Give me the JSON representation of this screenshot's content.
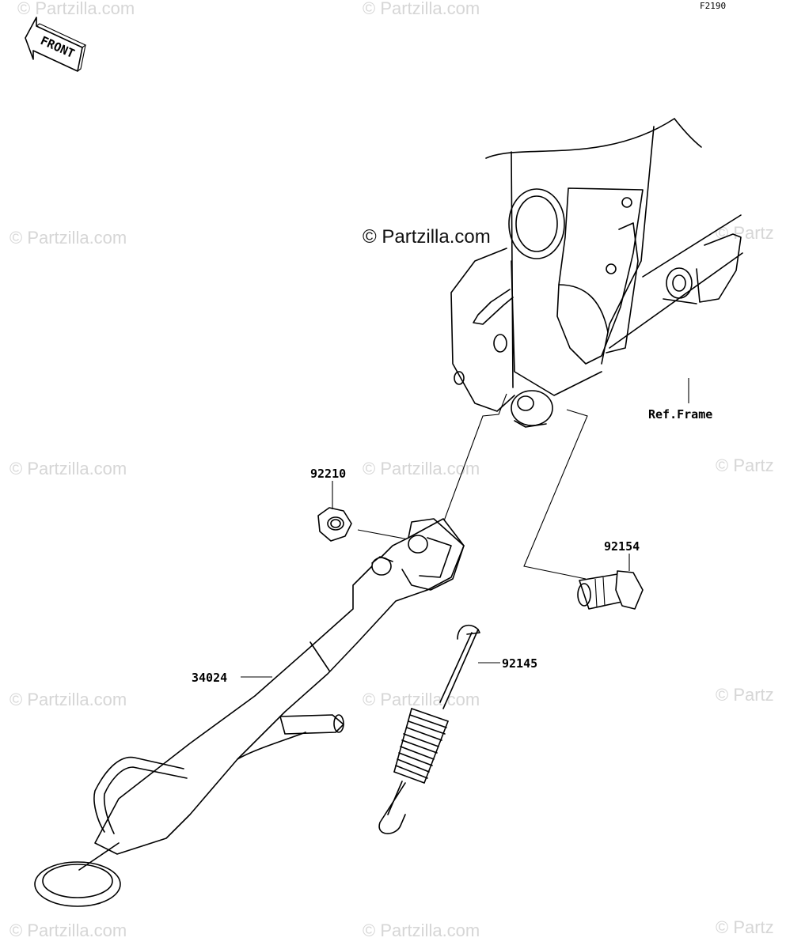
{
  "diagram_code": "F2190",
  "front_label": "FRONT",
  "center_watermark": "© Partzilla.com",
  "watermark_text": "© Partzilla.com",
  "watermark_cut": "© Partz",
  "parts": [
    {
      "number": "92210"
    },
    {
      "number": "92154"
    },
    {
      "number": "92145"
    },
    {
      "number": "34024"
    }
  ],
  "ref_label": "Ref.Frame"
}
